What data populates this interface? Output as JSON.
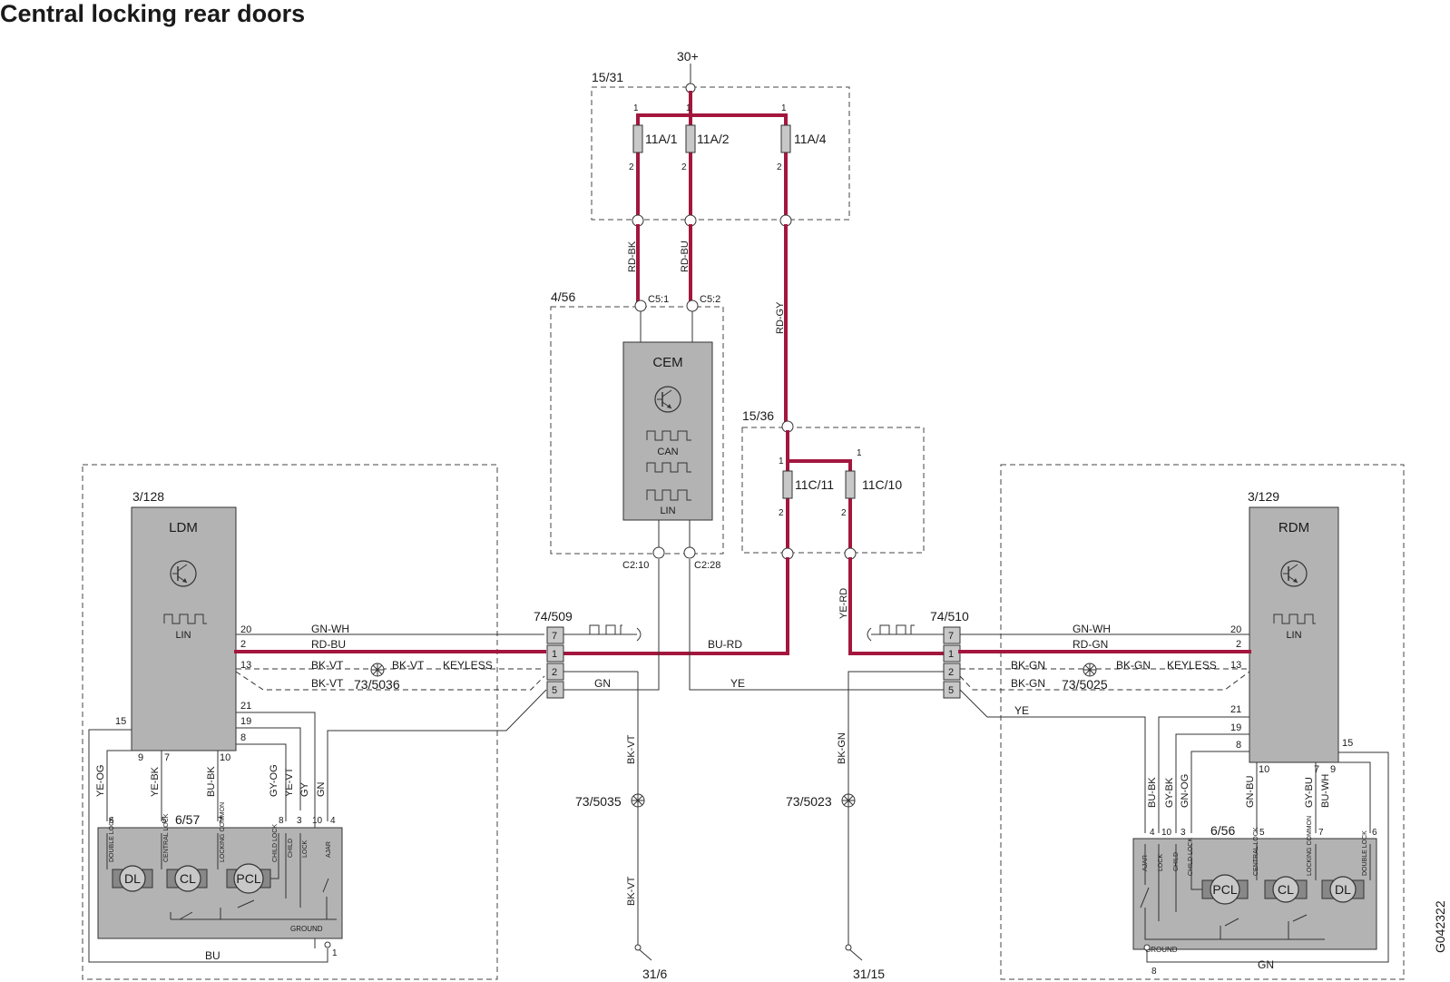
{
  "title": "Central locking rear doors",
  "diagram_id": "G042322",
  "supply": "30+",
  "fuse_box_upper": {
    "label": "15/31",
    "fuses": [
      "11A/1",
      "11A/2",
      "11A/4"
    ],
    "pin_in": "1",
    "pin_out": "2"
  },
  "fuse_box_lower": {
    "label": "15/36",
    "fuses": [
      "11C/11",
      "11C/10"
    ],
    "pin_in": "1",
    "pin_out": "2"
  },
  "cem_box": {
    "label": "4/56",
    "module": "CEM",
    "can": "CAN",
    "lin": "LIN",
    "pins_top": [
      "C5:1",
      "C5:2"
    ],
    "pins_bottom": [
      "C2:10",
      "C2:28"
    ]
  },
  "left_module": {
    "label": "3/128",
    "name": "LDM",
    "lin": "LIN",
    "pins_right": [
      "20",
      "2",
      "13",
      "21",
      "19",
      "8"
    ],
    "pin_left": "15",
    "pins_bottom": [
      "9",
      "7",
      "10"
    ]
  },
  "right_module": {
    "label": "3/129",
    "name": "RDM",
    "lin": "LIN",
    "pins_left": [
      "20",
      "2",
      "13",
      "21",
      "19",
      "8"
    ],
    "pin_right": "15",
    "pins_bottom": [
      "10",
      "7",
      "9"
    ]
  },
  "left_connector": {
    "label": "74/509",
    "pins": [
      "7",
      "1",
      "2",
      "5"
    ]
  },
  "right_connector": {
    "label": "74/510",
    "pins": [
      "7",
      "1",
      "2",
      "5"
    ]
  },
  "left_lock": {
    "label": "6/57",
    "motors": [
      "DL",
      "CL",
      "PCL"
    ],
    "pins_top": [
      "6",
      "5",
      "7",
      "8",
      "3",
      "10",
      "4"
    ],
    "functions": [
      "DOUBLE LOCK",
      "CENTRAL LOCK",
      "LOCKING COMMON",
      "CHILD LOCK",
      "CHILD",
      "LOCK",
      "AJAR"
    ],
    "ground": "GROUND",
    "ground_pin": "1"
  },
  "right_lock": {
    "label": "6/56",
    "motors": [
      "PCL",
      "CL",
      "DL"
    ],
    "pins_top": [
      "4",
      "10",
      "3",
      "5",
      "7",
      "6"
    ],
    "functions": [
      "AJAR",
      "LOCK",
      "CHILD",
      "CHILD LOCK",
      "CENTRAL LOCK",
      "LOCKING COMMON",
      "DOUBLE LOCK"
    ],
    "ground": "GROUND",
    "ground_pin": "8"
  },
  "wires": {
    "rd_bk": "RD-BK",
    "rd_bu": "RD-BU",
    "rd_gy": "RD-GY",
    "ye_rd": "YE-RD",
    "bu_rd": "BU-RD",
    "gn_wh": "GN-WH",
    "bk_vt": "BK-VT",
    "keyless": "KEYLESS",
    "gn": "GN",
    "ye": "YE",
    "rd_gn": "RD-GN",
    "bk_gn": "BK-GN",
    "ye_og": "YE-OG",
    "ye_bk": "YE-BK",
    "bu_bk": "BU-BK",
    "gy_og": "GY-OG",
    "ye_vt": "YE-VT",
    "gy": "GY",
    "bu": "BU",
    "gy_bk": "GY-BK",
    "gn_og": "GN-OG",
    "gn_bu": "GN-BU",
    "gy_bu": "GY-BU",
    "bu_wh": "BU-WH"
  },
  "splices": {
    "left_keyless": "73/5036",
    "right_keyless": "73/5025",
    "left_ground": "73/5035",
    "right_ground": "73/5023"
  },
  "grounds": {
    "left": "31/6",
    "right": "31/15"
  }
}
